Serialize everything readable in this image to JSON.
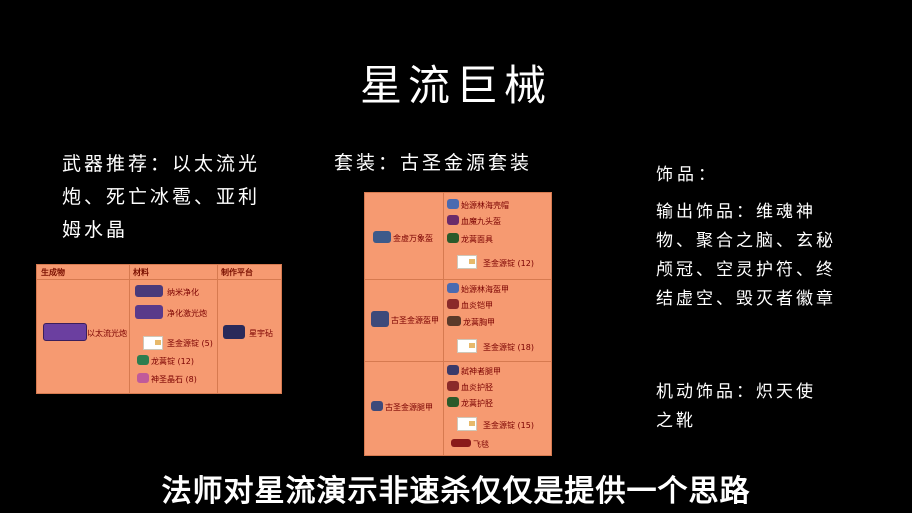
{
  "title": "星流巨械",
  "weapon": {
    "text": "武器推荐：以太流光炮、死亡冰雹、亚利姆水晶"
  },
  "set": {
    "text": "套装：古圣金源套装"
  },
  "accessories": {
    "title": "饰品：",
    "output": "输出饰品：维魂神物、聚合之脑、玄秘颅冠、空灵护符、终结虚空、毁灭者徽章",
    "mobility": "机动饰品：炽天使之靴"
  },
  "subtitle": "法师对星流演示非速杀仅仅是提供一个思路",
  "recipe_table": {
    "headers": [
      "生成物",
      "材料",
      "制作平台"
    ],
    "product": "以太流光炮",
    "materials": [
      "纳米净化",
      "净化激光炮",
      "圣金源锭 (5)",
      "龙蒿锭 (12)",
      "神圣晶石 (8)"
    ],
    "station": "星宇砧"
  },
  "armor_table": {
    "rows": [
      {
        "product": "金虚万象盔",
        "materials": [
          "始源林海壳帽",
          "血魔九头盔",
          "龙蒿面具",
          "圣金源锭 (12)"
        ]
      },
      {
        "product": "古圣金源盔甲",
        "materials": [
          "始源林海盔甲",
          "血炎铠甲",
          "龙蒿胸甲",
          "圣金源锭 (18)"
        ]
      },
      {
        "product": "古圣金源腿甲",
        "materials": [
          "弑神者腿甲",
          "血炎护胫",
          "龙蒿护胫",
          "圣金源锭 (15)",
          "飞毯"
        ]
      }
    ]
  },
  "colors": {
    "table_bg": "#f69a71",
    "table_text": "#7a0000",
    "background": "#000000"
  }
}
